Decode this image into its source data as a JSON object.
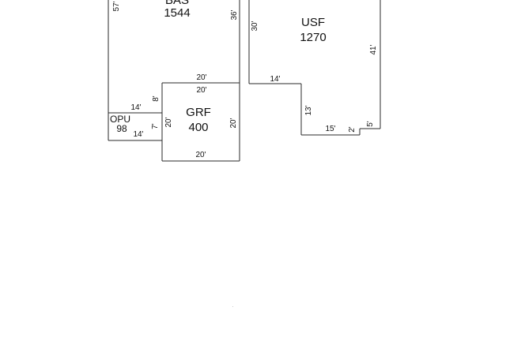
{
  "areas": {
    "bas": {
      "label": "BAS",
      "value": "1544"
    },
    "usf": {
      "label": "USF",
      "value": "1270"
    },
    "grf": {
      "label": "GRF",
      "value": "400"
    },
    "opu": {
      "label": "OPU",
      "value": "98"
    }
  },
  "dimensions": {
    "bas_left": "57'",
    "bas_right": "36'",
    "bas_bottom": "20'",
    "grf_top": "20'",
    "grf_left": "20'",
    "grf_right": "20'",
    "grf_bottom": "20'",
    "opu_top": "14'",
    "opu_bottom": "14'",
    "opu_right_top": "8'",
    "opu_right_bottom": "7'",
    "usf_left": "30'",
    "usf_step_top": "14'",
    "usf_right": "41'",
    "usf_step_side": "13'",
    "usf_bottom": "15'",
    "usf_notch": "2'",
    "usf_right_low": "5'"
  }
}
